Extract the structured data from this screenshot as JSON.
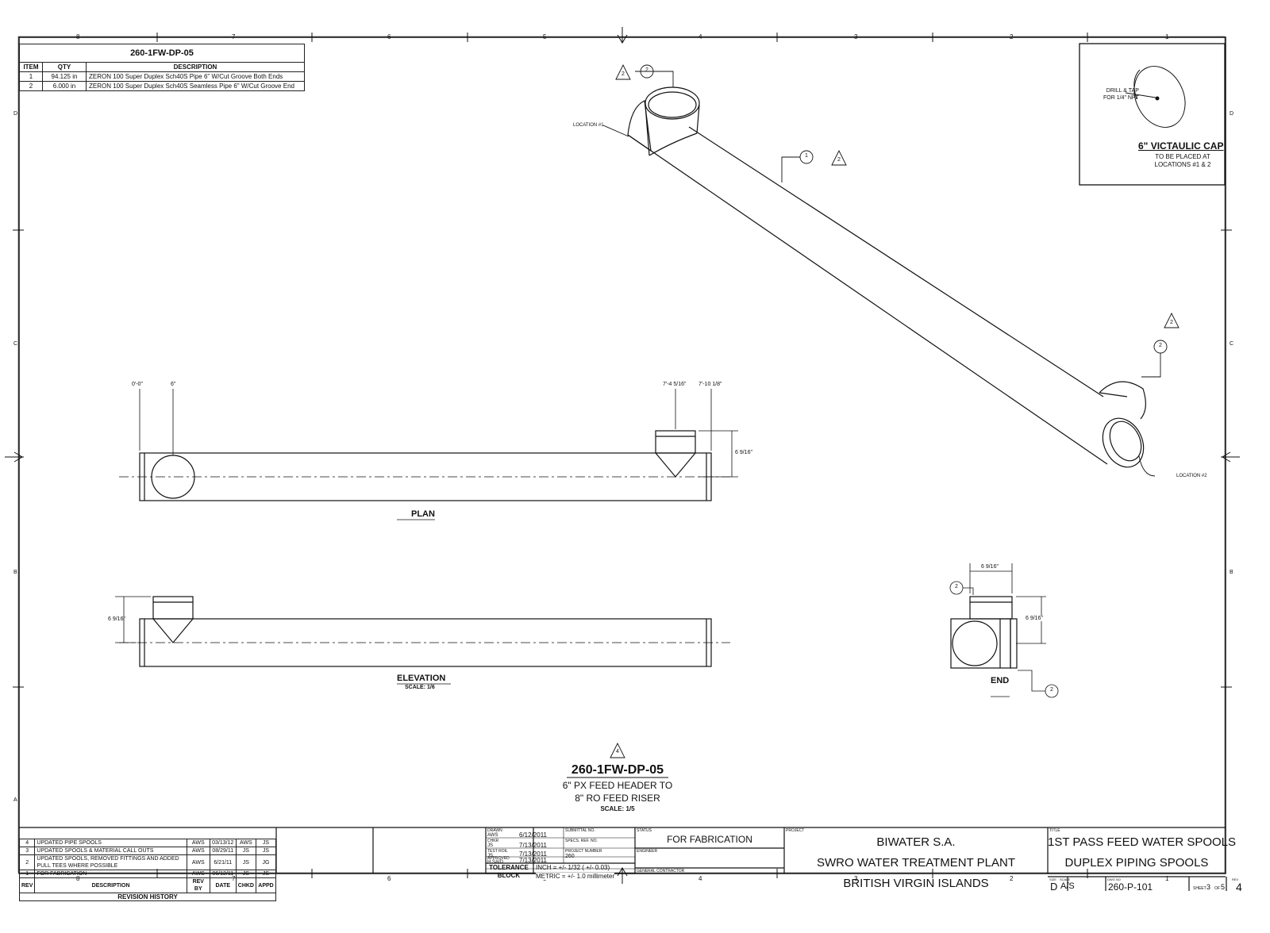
{
  "sheet_title": "260-1FW-DP-05",
  "bom": {
    "title": "260-1FW-DP-05",
    "headers": [
      "ITEM",
      "QTY",
      "DESCRIPTION"
    ],
    "rows": [
      [
        "1",
        "94.125 in",
        "ZERON 100 Super Duplex Sch40S Pipe 6\" W/Cut Groove Both Ends"
      ],
      [
        "2",
        "6.000 in",
        "ZERON 100 Super Duplex Sch40S Seamless Pipe 6\" W/Cut Groove End"
      ]
    ]
  },
  "cap_detail": {
    "note": [
      "DRILL & TAP",
      "FOR 1/4\" NPT"
    ],
    "title": "6\" VICTAULIC CAP",
    "subtitle": [
      "TO BE PLACED AT",
      "LOCATIONS #1 & 2"
    ]
  },
  "iso": {
    "location1": "LOCATION #1",
    "location2": "LOCATION #2",
    "balloons": [
      "2",
      "1",
      "2"
    ],
    "triangles": [
      "2",
      "2",
      "2"
    ]
  },
  "plan": {
    "label": "PLAN",
    "dims": [
      "0'-0\"",
      "6\"",
      "7'-4 5/16\"",
      "7'-10 1/8\"",
      "6 9/16\""
    ]
  },
  "elevation": {
    "label": "ELEVATION",
    "scale": "SCALE: 1/6",
    "dim": "6 9/16\""
  },
  "end_view": {
    "label": "END",
    "dim_h": "6 9/16\"",
    "dim_v": "6 9/16\"",
    "balloons": [
      "2",
      "2"
    ]
  },
  "main_title": {
    "rev": "4",
    "number": "260-1FW-DP-05",
    "line1": "6\" PX FEED HEADER TO",
    "line2": "8\" RO FEED RISER",
    "scale": "SCALE: 1/5"
  },
  "border": {
    "columns_top": [
      "8",
      "7",
      "6",
      "5",
      "4",
      "3",
      "2",
      "1"
    ],
    "rows_side": [
      "D",
      "C",
      "B",
      "A"
    ]
  },
  "revisions": {
    "title": "REVISION HISTORY",
    "headers": [
      "REV",
      "DESCRIPTION",
      "REV BY",
      "DATE",
      "CHKD",
      "APPD"
    ],
    "rows": [
      [
        "4",
        "UPDATED PIPE SPOOLS",
        "AWS",
        "03/13/12",
        "AWS",
        "JS"
      ],
      [
        "3",
        "UPDATED SPOOLS & MATERIAL CALL OUTS",
        "AWS",
        "08/29/11",
        "JS",
        "JS"
      ],
      [
        "2",
        "UPDATED SPOOLS, REMOVED FITTINGS AND ADDED PULL TEES WHERE POSSIBLE",
        "AWS",
        "6/21/11",
        "JS",
        "JG"
      ],
      [
        "1",
        "FOR FABRICATION",
        "AWS",
        "06/12/11",
        "JS",
        "JS"
      ]
    ]
  },
  "title_block": {
    "drawn": {
      "label": "DRAWN",
      "by": "AWS",
      "date": "6/12/2011"
    },
    "chkd": {
      "label": "CHKR",
      "by": "JS",
      "date": "7/13/2011"
    },
    "chkd2": {
      "label": "TEST ROIL",
      "by": "JS",
      "date": "7/13/2011"
    },
    "apprv": {
      "label": "APPROVED",
      "by": "H SAID",
      "date": "7/13/2011"
    },
    "submittal": "SUBMITTAL NO.",
    "specs_ref": "SPECS. REF. NO.",
    "project_number_label": "PROJECT NUMBER",
    "project_number": "260",
    "tolerance_label": [
      "TOLERANCE",
      "BLOCK"
    ],
    "tolerance_inch": "INCH = +/- 1/32 ( +/- 0.03)",
    "tolerance_metric": "METRIC = +/- 1.0 millimeter",
    "status_label": "STATUS",
    "status": "FOR FABRICATION",
    "engineer_label": "ENGINEER",
    "gc_label": "GENERAL CONTRACTOR",
    "project_label": "PROJECT",
    "project_lines": [
      "BIWATER S.A.",
      "SWRO WATER TREATMENT PLANT",
      "BRITISH VIRGIN ISLANDS"
    ],
    "title_label": "TITLE",
    "title_lines": [
      "1ST PASS FEED WATER SPOOLS",
      "DUPLEX PIPING SPOOLS"
    ],
    "size_label": "SIZE",
    "size": "D",
    "scale_label": "SCALE",
    "scale": "A/S",
    "dwg_label": "DWG NO",
    "dwg_no": "260-P-101",
    "sheet_label": "SHEET",
    "sheet": "3",
    "of_label": "OF",
    "of": "5",
    "rev_label": "REV",
    "rev": "4"
  }
}
